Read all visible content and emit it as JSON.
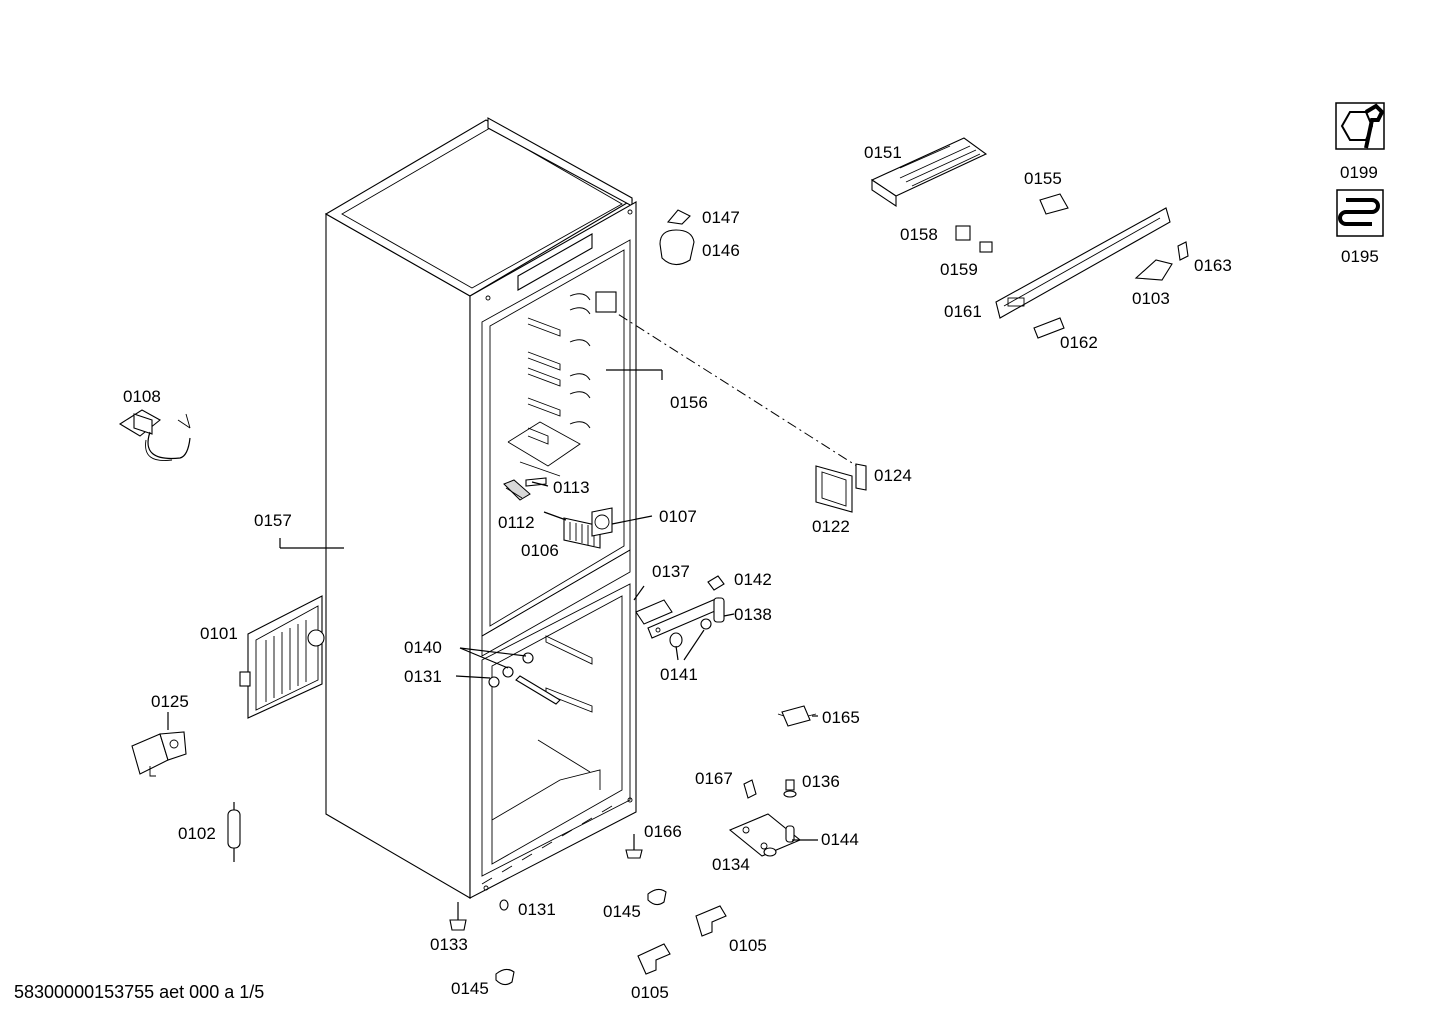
{
  "labels": {
    "p0151": "0151",
    "p0155": "0155",
    "p0158": "0158",
    "p0159": "0159",
    "p0161": "0161",
    "p0162": "0162",
    "p0163": "0163",
    "p0103": "0103",
    "p0199": "0199",
    "p0195": "0195",
    "p0147": "0147",
    "p0146": "0146",
    "p0156": "0156",
    "p0108": "0108",
    "p0157": "0157",
    "p0124": "0124",
    "p0122": "0122",
    "p0113": "0113",
    "p0112": "0112",
    "p0107": "0107",
    "p0106": "0106",
    "p0137": "0137",
    "p0142": "0142",
    "p0138": "0138",
    "p0141": "0141",
    "p0101": "0101",
    "p0140": "0140",
    "p0131a": "0131",
    "p0125": "0125",
    "p0165": "0165",
    "p0167": "0167",
    "p0136": "0136",
    "p0102": "0102",
    "p0166": "0166",
    "p0144": "0144",
    "p0134": "0134",
    "p0131b": "0131",
    "p0145a": "0145",
    "p0133": "0133",
    "p0105a": "0105",
    "p0145b": "0145",
    "p0105b": "0105"
  },
  "footer": "58300000153755 aet 000 a 1/5",
  "icons": [
    "service-tool-icon",
    "heating-coil-icon"
  ]
}
